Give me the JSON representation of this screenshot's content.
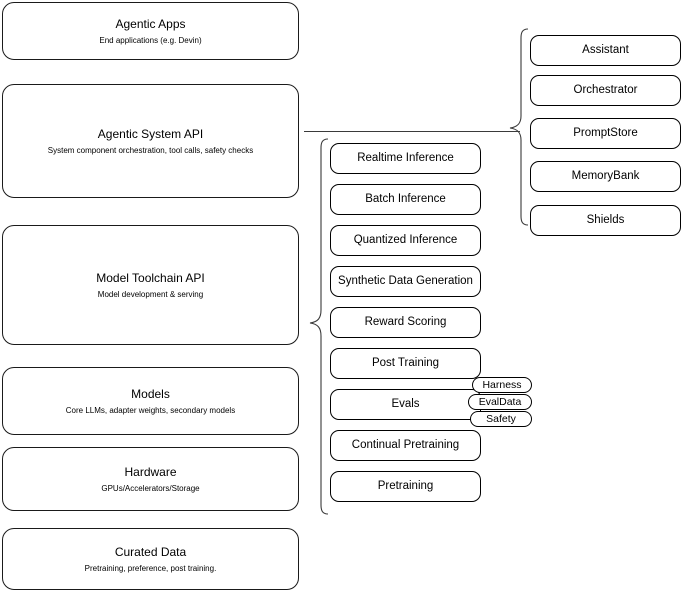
{
  "diagram": {
    "title": "LLM stack layers diagram",
    "stroke_color": "#1a1a1a",
    "background_color": "#ffffff"
  },
  "layers": [
    {
      "title": "Agentic Apps",
      "subtitle": "End applications (e.g. Devin)"
    },
    {
      "title": "Agentic System API",
      "subtitle": "System component orchestration, tool calls, safety checks"
    },
    {
      "title": "Model Toolchain API",
      "subtitle": "Model development & serving"
    },
    {
      "title": "Models",
      "subtitle": "Core LLMs, adapter weights, secondary models"
    },
    {
      "title": "Hardware",
      "subtitle": "GPUs/Accelerators/Storage"
    },
    {
      "title": "Curated Data",
      "subtitle": "Pretraining, preference, post training."
    }
  ],
  "toolchain_components": [
    {
      "label": "Realtime Inference"
    },
    {
      "label": "Batch Inference"
    },
    {
      "label": "Quantized Inference"
    },
    {
      "label": "Synthetic Data Generation"
    },
    {
      "label": "Reward Scoring"
    },
    {
      "label": "Post Training"
    },
    {
      "label": "Evals"
    },
    {
      "label": "Continual Pretraining"
    },
    {
      "label": "Pretraining"
    }
  ],
  "eval_pills": [
    {
      "label": "Harness"
    },
    {
      "label": "EvalData"
    },
    {
      "label": "Safety"
    }
  ],
  "agentic_components": [
    {
      "label": "Assistant"
    },
    {
      "label": "Orchestrator"
    },
    {
      "label": "PromptStore"
    },
    {
      "label": "MemoryBank"
    },
    {
      "label": "Shields"
    }
  ]
}
